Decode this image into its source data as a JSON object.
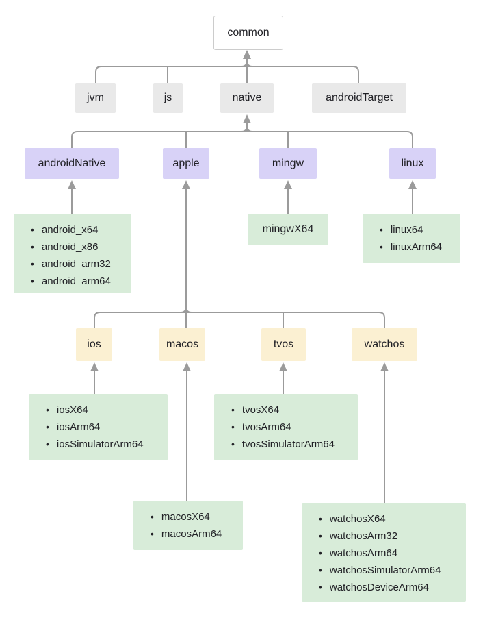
{
  "nodes": {
    "common": "common",
    "jvm": "jvm",
    "js": "js",
    "native": "native",
    "androidTarget": "androidTarget",
    "androidNative": "androidNative",
    "apple": "apple",
    "mingw": "mingw",
    "linux": "linux",
    "ios": "ios",
    "macos": "macos",
    "tvos": "tvos",
    "watchos": "watchos",
    "mingwX64": "mingwX64"
  },
  "lists": {
    "androidNative": [
      "android_x64",
      "android_x86",
      "android_arm32",
      "android_arm64"
    ],
    "linux": [
      "linux64",
      "linuxArm64"
    ],
    "ios": [
      "iosX64",
      "iosArm64",
      "iosSimulatorArm64"
    ],
    "tvos": [
      "tvosX64",
      "tvosArm64",
      "tvosSimulatorArm64"
    ],
    "macos": [
      "macosX64",
      "macosArm64"
    ],
    "watchos": [
      "watchosX64",
      "watchosArm32",
      "watchosArm64",
      "watchosSimulatorArm64",
      "watchosDeviceArm64"
    ]
  },
  "colors": {
    "background": "#ffffff",
    "root_fill": "#ffffff",
    "root_border": "#cccccc",
    "level1_fill": "#e9e9e9",
    "level2_fill": "#d8d2f7",
    "level3_fill": "#fbf0d2",
    "leaf_fill": "#d8ecd9",
    "connector": "#9b9b9b",
    "text": "#212126"
  }
}
